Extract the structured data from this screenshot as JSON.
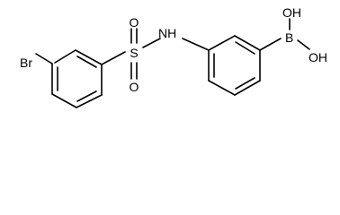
{
  "structure": {
    "atoms": {
      "bromine": "Br",
      "sulfur": "S",
      "sulfonyl_oxygen_top": "O",
      "sulfonyl_oxygen_bottom": "O",
      "amine": "NH",
      "boron": "B",
      "hydroxyl_top": "OH",
      "hydroxyl_right": "OH"
    }
  }
}
